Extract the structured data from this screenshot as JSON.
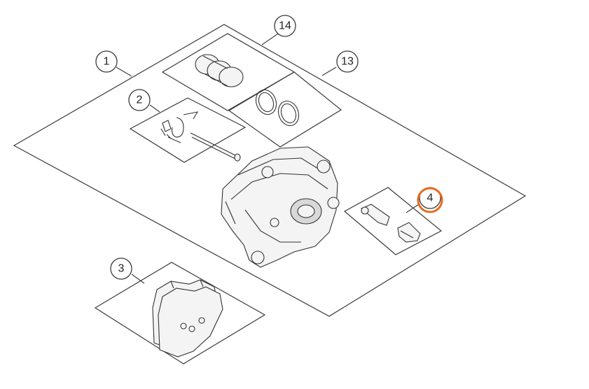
{
  "callouts": {
    "c1": "1",
    "c2": "2",
    "c3": "3",
    "c4": "4",
    "c13": "13",
    "c14": "14"
  },
  "highlight": {
    "callout": "4",
    "color": "#e86a1c"
  }
}
